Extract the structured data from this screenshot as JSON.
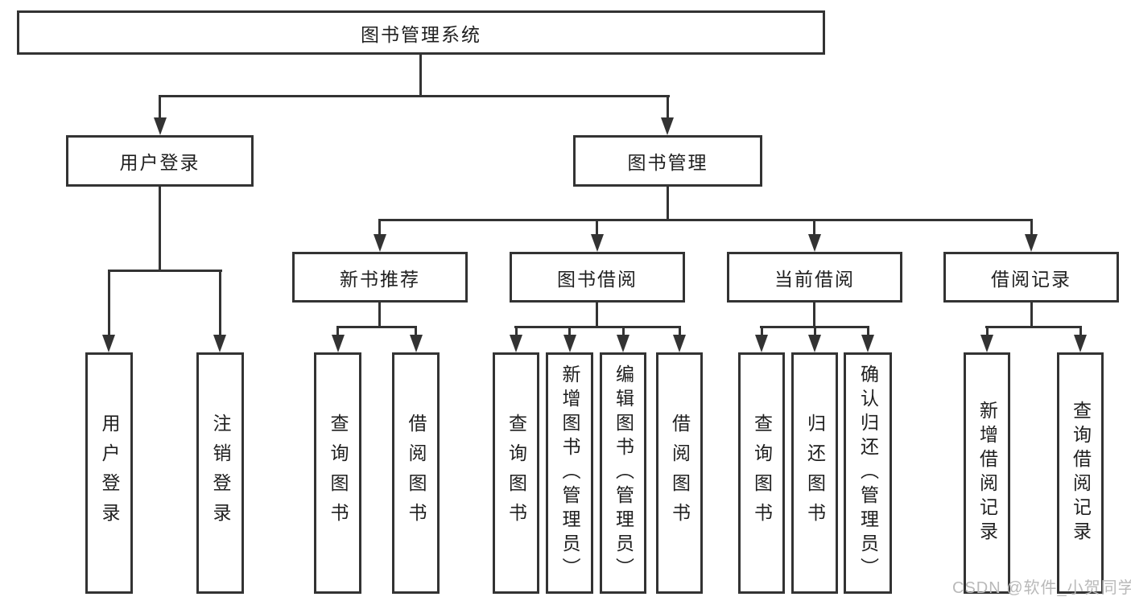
{
  "diagram": {
    "root": {
      "label": "图书管理系统"
    },
    "level1": [
      {
        "label": "用户登录"
      },
      {
        "label": "图书管理"
      }
    ],
    "level2": [
      {
        "label": "新书推荐"
      },
      {
        "label": "图书借阅"
      },
      {
        "label": "当前借阅"
      },
      {
        "label": "借阅记录"
      }
    ],
    "leaves": {
      "user": [
        {
          "label": "用户登录"
        },
        {
          "label": "注销登录"
        }
      ],
      "recommend": [
        {
          "label": "查询图书"
        },
        {
          "label": "借阅图书"
        }
      ],
      "borrow": [
        {
          "label": "查询图书"
        },
        {
          "label": "新增图书（管理员）"
        },
        {
          "label": "编辑图书（管理员）"
        },
        {
          "label": "借阅图书"
        }
      ],
      "current": [
        {
          "label": "查询图书"
        },
        {
          "label": "归还图书"
        },
        {
          "label": "确认归还（管理员）"
        }
      ],
      "records": [
        {
          "label": "新增借阅记录"
        },
        {
          "label": "查询借阅记录"
        }
      ]
    },
    "watermark": "CSDN @软件_小贺同学",
    "colors": {
      "line": "#333333",
      "text": "#1f1f1f",
      "background": "#ffffff",
      "watermark": "#b9b9b9"
    }
  }
}
